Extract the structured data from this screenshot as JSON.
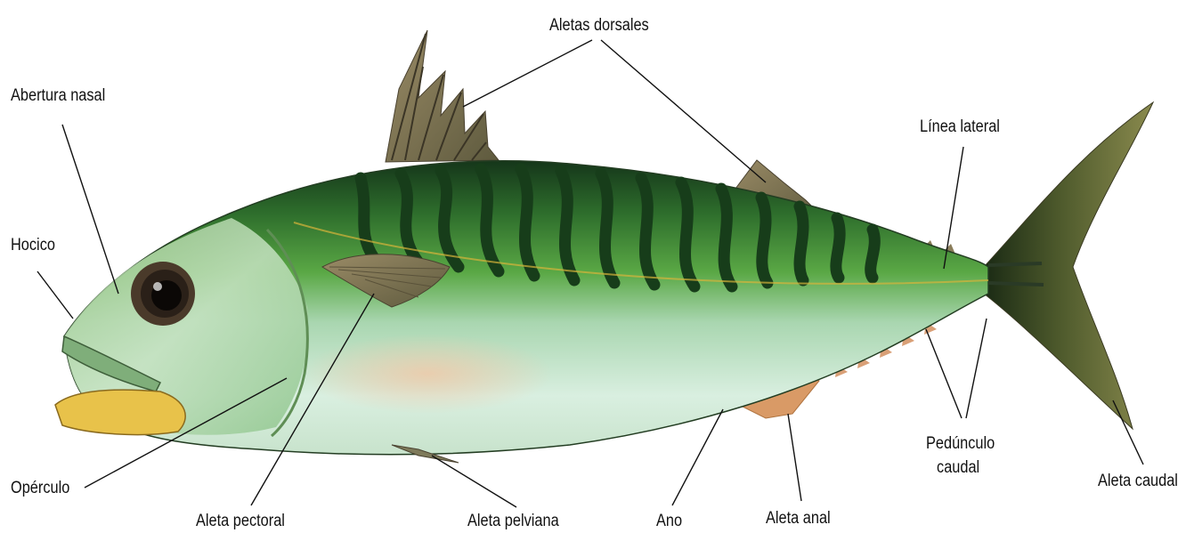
{
  "labels": {
    "aletas_dorsales": "Aletas dorsales",
    "abertura_nasal": "Abertura nasal",
    "linea_lateral": "Línea lateral",
    "hocico": "Hocico",
    "operculo": "Opérculo",
    "aleta_pectoral": "Aleta pectoral",
    "aleta_pelviana": "Aleta pelviana",
    "ano": "Ano",
    "aleta_anal": "Aleta anal",
    "pedunculo_line1": "Pedúnculo",
    "pedunculo_line2": "caudal",
    "aleta_caudal": "Aleta caudal"
  },
  "colors": {
    "back": "#1f4a22",
    "flank": "#3f9a3a",
    "belly": "#d9ecdc",
    "stripe": "#173d1a",
    "fin": "#8a7d5a",
    "tail": "#6e6a3c",
    "lip": "#e8c24a",
    "leader": "#111111"
  }
}
